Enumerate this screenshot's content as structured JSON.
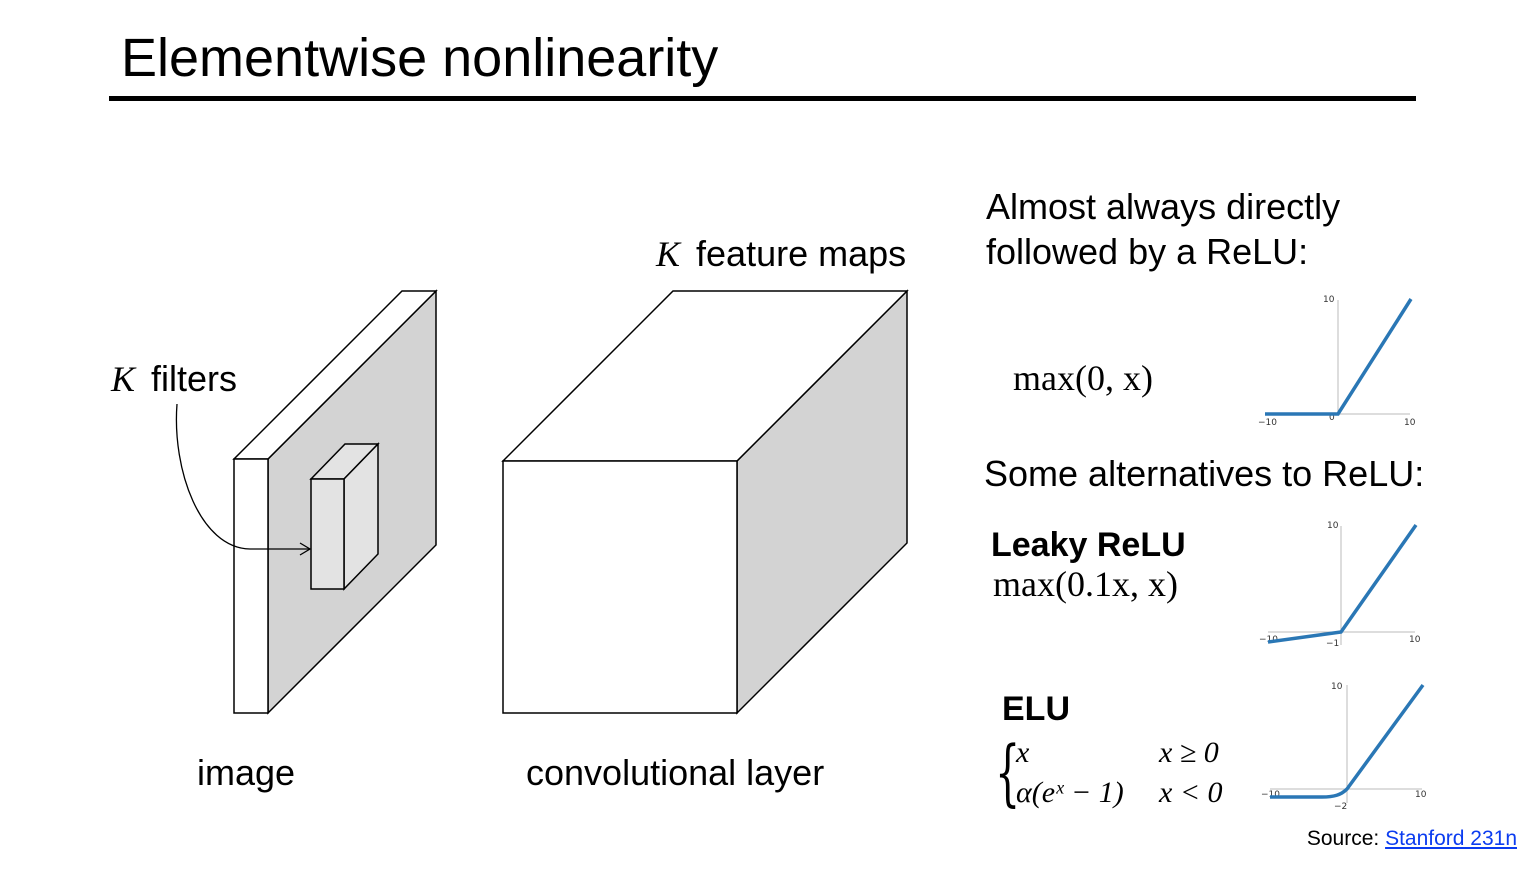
{
  "slide": {
    "title": "Elementwise nonlinearity"
  },
  "diagram": {
    "k_symbol": "K",
    "filters_label": "filters",
    "feature_maps_label": "feature maps",
    "image_label": "image",
    "conv_layer_label": "convolutional layer",
    "colors": {
      "face_shaded": "#d3d3d3",
      "filter_front": "#e3e3e3",
      "stroke": "#000000"
    }
  },
  "relu_panel": {
    "intro_line1": "Almost always directly",
    "intro_line2": "followed by a ReLU:",
    "formula": "max(0, x)",
    "alternatives_heading": "Some alternatives to ReLU:",
    "leaky": {
      "name": "Leaky ReLU",
      "formula": "max(0.1x, x)"
    },
    "elu": {
      "name": "ELU",
      "case1_expr": "x",
      "case1_cond": "x ≥ 0",
      "case2_expr": "α(eˣ − 1)",
      "case2_cond": "x < 0"
    },
    "line_color": "#2a77b5"
  },
  "plots": {
    "relu": {
      "x_min": "−10",
      "x_max": "10",
      "y_max": "10",
      "origin": "0"
    },
    "leaky": {
      "x_min": "−10",
      "x_max": "10",
      "y_max": "10",
      "y_min": "−1"
    },
    "elu": {
      "x_min": "−10",
      "x_max": "10",
      "y_max": "10",
      "y_min": "−2"
    }
  },
  "chart_data": [
    {
      "type": "line",
      "x": [
        -10,
        0,
        10
      ],
      "series": [
        {
          "values": [
            0,
            0,
            10
          ]
        }
      ],
      "xlim": [
        -10,
        10
      ],
      "ylim": [
        0,
        10
      ]
    },
    {
      "type": "line",
      "x": [
        -10,
        0,
        10
      ],
      "series": [
        {
          "values": [
            -1,
            0,
            10
          ]
        }
      ],
      "xlim": [
        -10,
        10
      ],
      "ylim": [
        -1,
        10
      ]
    },
    {
      "type": "line",
      "x": [
        -10,
        -2,
        -1,
        0,
        10
      ],
      "series": [
        {
          "values": [
            -1,
            -0.86,
            -0.63,
            0,
            10
          ]
        }
      ],
      "xlim": [
        -10,
        10
      ],
      "ylim": [
        -2,
        10
      ]
    }
  ],
  "source": {
    "prefix": "Source: ",
    "link_text": "Stanford 231n"
  }
}
